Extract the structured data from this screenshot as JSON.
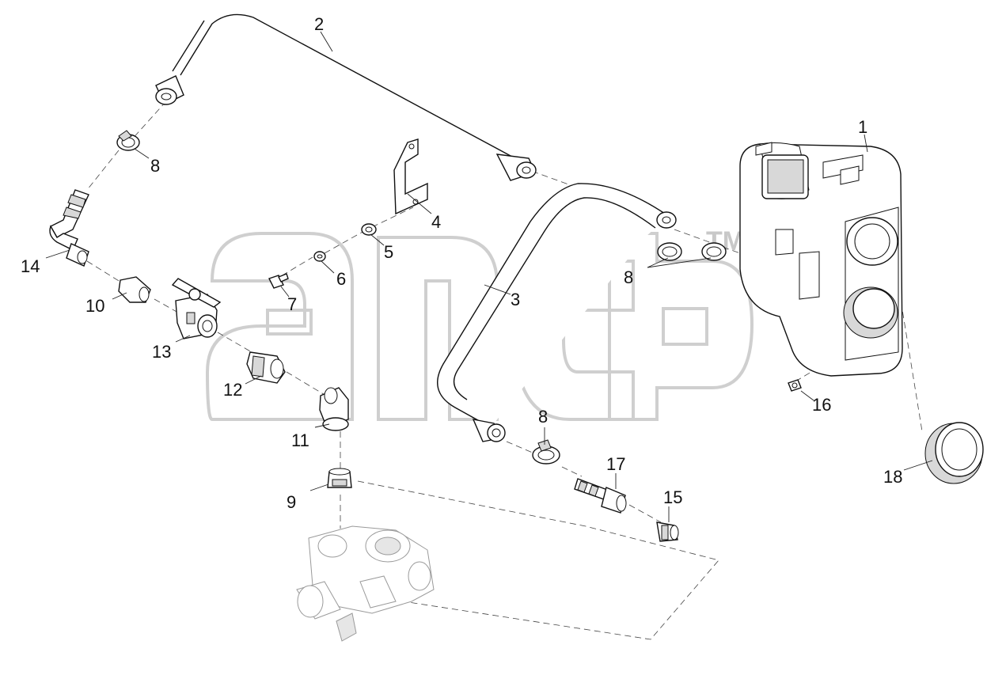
{
  "diagram": {
    "callouts": [
      "1",
      "2",
      "3",
      "4",
      "5",
      "6",
      "7",
      "8",
      "8",
      "8",
      "9",
      "10",
      "11",
      "12",
      "13",
      "14",
      "15",
      "16",
      "17",
      "18"
    ],
    "watermark_mark": "TM"
  }
}
